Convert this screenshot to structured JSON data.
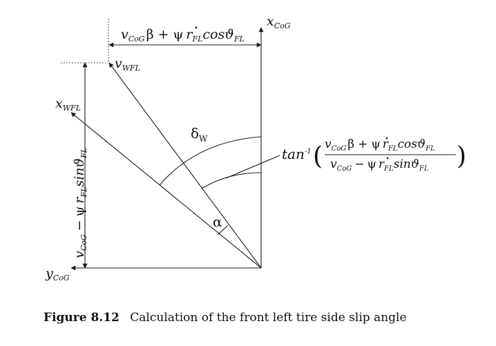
{
  "diagram": {
    "labels": {
      "x_cog": {
        "main": "x",
        "sub": "CoG"
      },
      "y_cog": {
        "main": "y",
        "sub": "CoG"
      },
      "x_wfl": {
        "main": "x",
        "sub": "WFL"
      },
      "v_wfl": {
        "main": "v",
        "sub": "WFL"
      },
      "delta_w": {
        "main": "δ",
        "sub": "W"
      },
      "alpha": "α",
      "top_dim": {
        "v": "v",
        "v_sub": "CoG",
        "beta": "β",
        "plus": "+",
        "psi": "ψ",
        "r": "r",
        "r_sub": "FL",
        "cos": "cos",
        "theta": "ϑ",
        "theta_sub": "FL"
      },
      "left_dim": {
        "v": "v",
        "v_sub": "CoG",
        "minus": "−",
        "psi": "ψ",
        "r": "r",
        "r_sub": "FL",
        "sin": "sin",
        "theta": "ϑ",
        "theta_sub": "FL"
      },
      "tan_expr": {
        "tan": "tan",
        "exp": "-1",
        "num": {
          "v": "v",
          "v_sub": "CoG",
          "beta": "β",
          "plus": "+",
          "psi": "ψ",
          "r": "r",
          "r_sub": "FL",
          "cos": "cos",
          "theta": "ϑ",
          "theta_sub": "FL"
        },
        "den": {
          "v": "v",
          "v_sub": "CoG",
          "minus": "−",
          "psi": "ψ",
          "r": "r",
          "r_sub": "FL",
          "sin": "sin",
          "theta": "ϑ",
          "theta_sub": "FL"
        }
      }
    }
  },
  "caption": {
    "number": "Figure 8.12",
    "text": "Calculation of the front left tire side slip angle"
  }
}
